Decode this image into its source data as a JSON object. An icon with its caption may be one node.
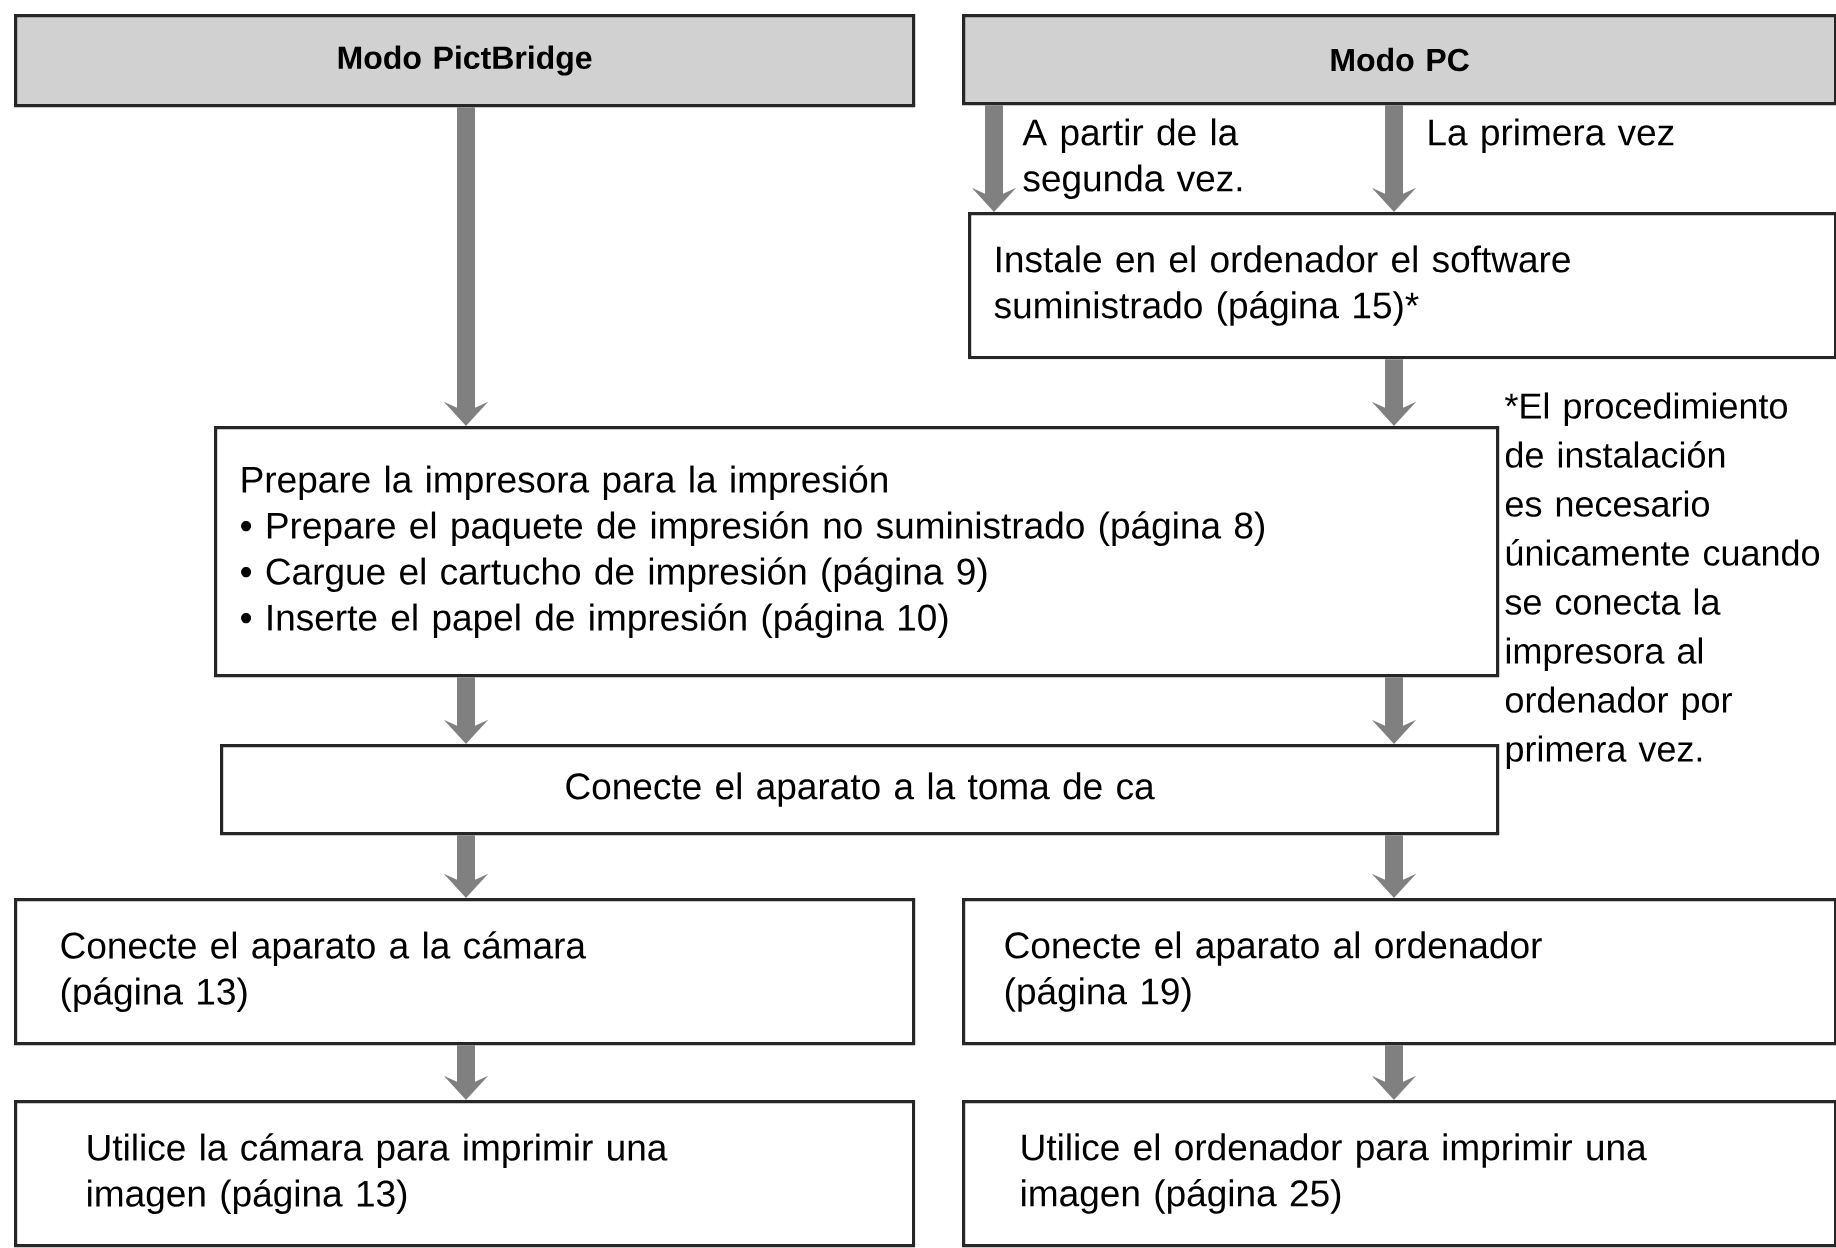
{
  "diagram": {
    "nodes": [
      {
        "text": [
          "Modo PictBridge"
        ]
      },
      {
        "text": [
          "Modo PC"
        ]
      },
      {
        "text": [
          "Instale en el ordenador el software suministrado (página 15)*"
        ]
      },
      {
        "text": [
          "Prepare la impresora para la impresión",
          "• Prepare el paquete de impresión no suministrado (página 8)",
          "• Cargue el cartucho de impresión (página 9)",
          "• Inserte el papel de impresión (página 10)"
        ]
      },
      {
        "text": [
          "Conecte el aparato a la toma de ca"
        ]
      },
      {
        "text": [
          "Conecte el aparato a la cámara (página 13)"
        ]
      },
      {
        "text": [
          "Conecte el aparato al ordenador (página 19)"
        ]
      },
      {
        "text": [
          "Utilice la cámara para imprimir una imagen (página 13)"
        ]
      },
      {
        "text": [
          "Utilice el ordenador para imprimir una imagen (página 25)"
        ]
      }
    ],
    "edges": [
      {
        "from": 0,
        "to": 3,
        "arrow": "to"
      },
      {
        "from": 1,
        "to": 2,
        "arrow": "to",
        "label": "A partir de la segunda vez."
      },
      {
        "from": 1,
        "to": 2,
        "arrow": "to",
        "label": "La primera vez"
      },
      {
        "from": 2,
        "to": 3,
        "arrow": "to"
      },
      {
        "from": 3,
        "to": 4,
        "arrow": "to"
      },
      {
        "from": 3,
        "to": 4,
        "arrow": "to"
      },
      {
        "from": 4,
        "to": 5,
        "arrow": "to"
      },
      {
        "from": 4,
        "to": 6,
        "arrow": "to"
      },
      {
        "from": 5,
        "to": 7,
        "arrow": "to"
      },
      {
        "from": 6,
        "to": 8,
        "arrow": "to"
      }
    ],
    "labels": [
      "*El procedimiento de instalación es necesario únicamente cuando se conecta la impresora al ordenador por primera vez."
    ]
  }
}
